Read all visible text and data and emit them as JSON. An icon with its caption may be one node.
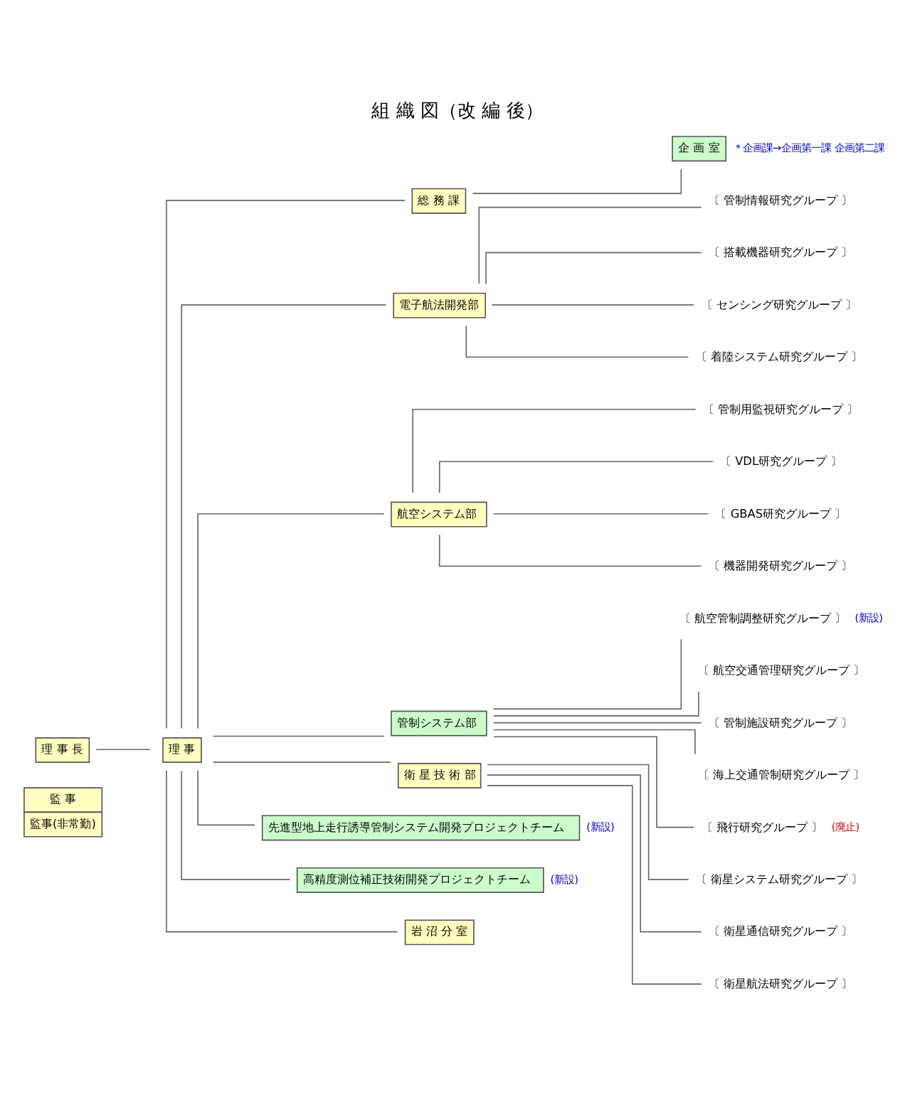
{
  "diagram": {
    "title": "組 織 図（改 編 後）",
    "nodes": [
      {
        "text": [
          "理 事 長"
        ]
      },
      {
        "text": [
          "理 事"
        ]
      },
      {
        "text": [
          "監 事",
          "監事(非常勤)"
        ]
      },
      {
        "text": [
          "総 務 課"
        ]
      },
      {
        "text": [
          "企 画 室"
        ],
        "beside": [
          "＊企画課→企画第一課 企画第二課"
        ]
      },
      {
        "text": [
          "電子航法開発部"
        ]
      },
      {
        "text": [
          "〔 管制情報研究グループ 〕"
        ]
      },
      {
        "text": [
          "〔 搭載機器研究グループ 〕"
        ]
      },
      {
        "text": [
          "〔 センシング研究グループ 〕"
        ]
      },
      {
        "text": [
          "〔 着陸システム研究グループ 〕"
        ]
      },
      {
        "text": [
          "航空システム部"
        ]
      },
      {
        "text": [
          "〔 管制用監視研究グループ 〕"
        ]
      },
      {
        "text": [
          "〔 VDL研究グループ 〕"
        ]
      },
      {
        "text": [
          "〔 GBAS研究グループ 〕"
        ]
      },
      {
        "text": [
          "〔 機器開発研究グループ 〕"
        ]
      },
      {
        "text": [
          "管制システム部"
        ]
      },
      {
        "text": [
          "〔 航空管制調整研究グループ 〕"
        ],
        "beside": [
          "(新設)"
        ]
      },
      {
        "text": [
          "〔 航空交通管理研究グループ 〕"
        ]
      },
      {
        "text": [
          "〔 管制施設研究グループ 〕"
        ]
      },
      {
        "text": [
          "〔 海上交通管制研究グループ 〕"
        ]
      },
      {
        "text": [
          "〔 飛行研究グループ 〕"
        ],
        "beside": [
          "(廃止)"
        ]
      },
      {
        "text": [
          "衛 星 技 術 部"
        ]
      },
      {
        "text": [
          "〔 衛星システム研究グループ 〕"
        ]
      },
      {
        "text": [
          "〔 衛星通信研究グループ 〕"
        ]
      },
      {
        "text": [
          "〔 衛星航法研究グループ 〕"
        ]
      },
      {
        "text": [
          "先進型地上走行誘導管制システム開発プロジェクトチーム"
        ],
        "beside": [
          "(新設)"
        ]
      },
      {
        "text": [
          "高精度測位補正技術開発プロジェクトチーム"
        ],
        "beside": [
          "(新設)"
        ]
      },
      {
        "text": [
          "岩 沼 分 室"
        ]
      }
    ],
    "edges": [
      {
        "from": 0,
        "to": 1,
        "arrow": "none"
      },
      {
        "from": 1,
        "to": 3,
        "arrow": "none"
      },
      {
        "from": 3,
        "to": 4,
        "arrow": "none"
      },
      {
        "from": 1,
        "to": 5,
        "arrow": "none"
      },
      {
        "from": 5,
        "to": 6,
        "arrow": "none"
      },
      {
        "from": 5,
        "to": 7,
        "arrow": "none"
      },
      {
        "from": 5,
        "to": 8,
        "arrow": "none"
      },
      {
        "from": 5,
        "to": 9,
        "arrow": "none"
      },
      {
        "from": 1,
        "to": 10,
        "arrow": "none"
      },
      {
        "from": 10,
        "to": 11,
        "arrow": "none"
      },
      {
        "from": 10,
        "to": 12,
        "arrow": "none"
      },
      {
        "from": 10,
        "to": 13,
        "arrow": "none"
      },
      {
        "from": 10,
        "to": 14,
        "arrow": "none"
      },
      {
        "from": 1,
        "to": 15,
        "arrow": "none"
      },
      {
        "from": 15,
        "to": 16,
        "arrow": "none"
      },
      {
        "from": 15,
        "to": 17,
        "arrow": "none"
      },
      {
        "from": 15,
        "to": 18,
        "arrow": "none"
      },
      {
        "from": 15,
        "to": 19,
        "arrow": "none"
      },
      {
        "from": 15,
        "to": 20,
        "arrow": "none"
      },
      {
        "from": 1,
        "to": 21,
        "arrow": "none"
      },
      {
        "from": 21,
        "to": 22,
        "arrow": "none"
      },
      {
        "from": 21,
        "to": 23,
        "arrow": "none"
      },
      {
        "from": 21,
        "to": 24,
        "arrow": "none"
      },
      {
        "from": 1,
        "to": 25,
        "arrow": "none"
      },
      {
        "from": 1,
        "to": 26,
        "arrow": "none"
      },
      {
        "from": 1,
        "to": 27,
        "arrow": "none"
      }
    ]
  }
}
